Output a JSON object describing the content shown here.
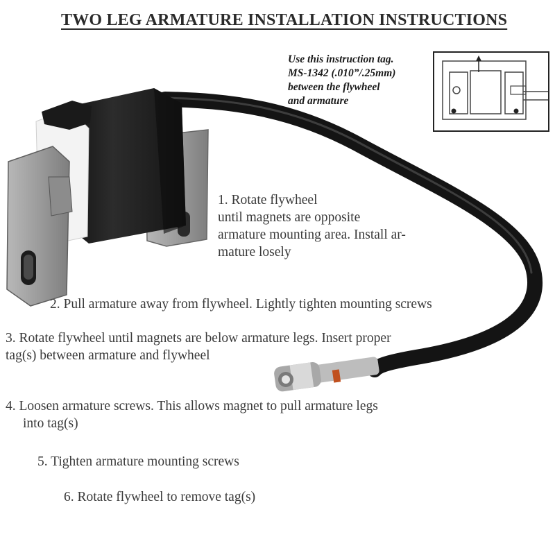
{
  "title": "TWO LEG ARMATURE INSTALLATION INSTRUCTIONS",
  "tag_note": {
    "lines": [
      "Use this instruction tag.",
      "MS-1342 (.010”/.25mm)",
      "between the flywheel",
      "and armature"
    ]
  },
  "steps": {
    "s1": [
      "1. Rotate flywheel",
      "until magnets are opposite",
      "armature mounting area. Install ar-",
      "mature losely"
    ],
    "s2": [
      "2. Pull armature away from flywheel. Lightly tighten mounting screws"
    ],
    "s3": [
      "3. Rotate flywheel until magnets are below armature legs. Insert proper",
      "tag(s) between armature and flywheel"
    ],
    "s4": [
      "4. Loosen armature screws. This allows magnet to pull armature legs",
      "into tag(s)"
    ],
    "s5": [
      "5. Tighten armature mounting screws"
    ],
    "s6": [
      "6. Rotate flywheel to remove tag(s)"
    ]
  },
  "icons": {
    "tag_diagram": "instruction-tag-diagram",
    "product_photo": "armature-coil-photo"
  },
  "colors": {
    "text": "#3a3a3a",
    "bracket_metal": "#9a9a9a",
    "coil_body": "#1e1e1e",
    "insulation": "#f2f2f2"
  }
}
